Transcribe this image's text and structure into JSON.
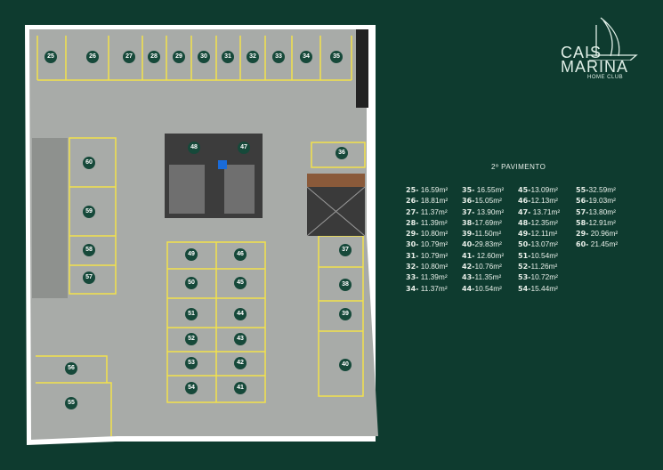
{
  "brand": {
    "line1": "CAIS",
    "line2": "MARINA",
    "line3": "HOME CLUB"
  },
  "floor_title": "2º PAVIMENTO",
  "spots": [
    "25",
    "26",
    "27",
    "28",
    "29",
    "30",
    "31",
    "32",
    "33",
    "34",
    "35",
    "36",
    "37",
    "38",
    "39",
    "40",
    "41",
    "42",
    "43",
    "44",
    "45",
    "46",
    "47",
    "48",
    "49",
    "50",
    "51",
    "52",
    "53",
    "54",
    "55",
    "56",
    "57",
    "58",
    "59",
    "60"
  ],
  "areas": [
    [
      "25-",
      " 16.59m²"
    ],
    [
      "35-",
      " 16.55m²"
    ],
    [
      "45-",
      "13.09m²"
    ],
    [
      "55-",
      "32.59m²"
    ],
    [
      "26-",
      " 18.81m²"
    ],
    [
      "36-",
      "15.05m²"
    ],
    [
      "46-",
      "12.13m²"
    ],
    [
      "56-",
      "19.03m²"
    ],
    [
      "27-",
      " 11.37m²"
    ],
    [
      "37-",
      " 13.90m²"
    ],
    [
      "47-",
      " 13.71m²"
    ],
    [
      "57-",
      "13.80m²"
    ],
    [
      "28-",
      " 11.39m²"
    ],
    [
      "38-",
      "17.69m²"
    ],
    [
      "48-",
      "12.35m²"
    ],
    [
      "58-",
      "12.91m²"
    ],
    [
      "29-",
      " 10.80m²"
    ],
    [
      "39-",
      "11.50m²"
    ],
    [
      "49-",
      "12.11m²"
    ],
    [
      "29-",
      " 20.96m²"
    ],
    [
      "30-",
      " 10.79m²"
    ],
    [
      "40-",
      "29.83m²"
    ],
    [
      "50-",
      "13.07m²"
    ],
    [
      "60-",
      " 21.45m²"
    ],
    [
      "31-",
      " 10.79m²"
    ],
    [
      "41-",
      " 12.60m²"
    ],
    [
      "51-",
      "10.54m²"
    ],
    [
      "",
      ""
    ],
    [
      "32-",
      " 10.80m²"
    ],
    [
      "42-",
      "10.76m²"
    ],
    [
      "52-",
      "11.26m²"
    ],
    [
      "",
      ""
    ],
    [
      "33-",
      " 11.39m²"
    ],
    [
      "43-",
      "11.35m²"
    ],
    [
      "53-",
      "10.72m²"
    ],
    [
      "",
      ""
    ],
    [
      "34-",
      " 11.37m²"
    ],
    [
      "44-",
      "10.54m²"
    ],
    [
      "54-",
      "15.44m²"
    ],
    [
      "",
      ""
    ]
  ],
  "colors": {
    "background": "#0e3b2f",
    "floor": "#a9aca9",
    "lines": "#f2e14a",
    "spot": "#16493a"
  }
}
